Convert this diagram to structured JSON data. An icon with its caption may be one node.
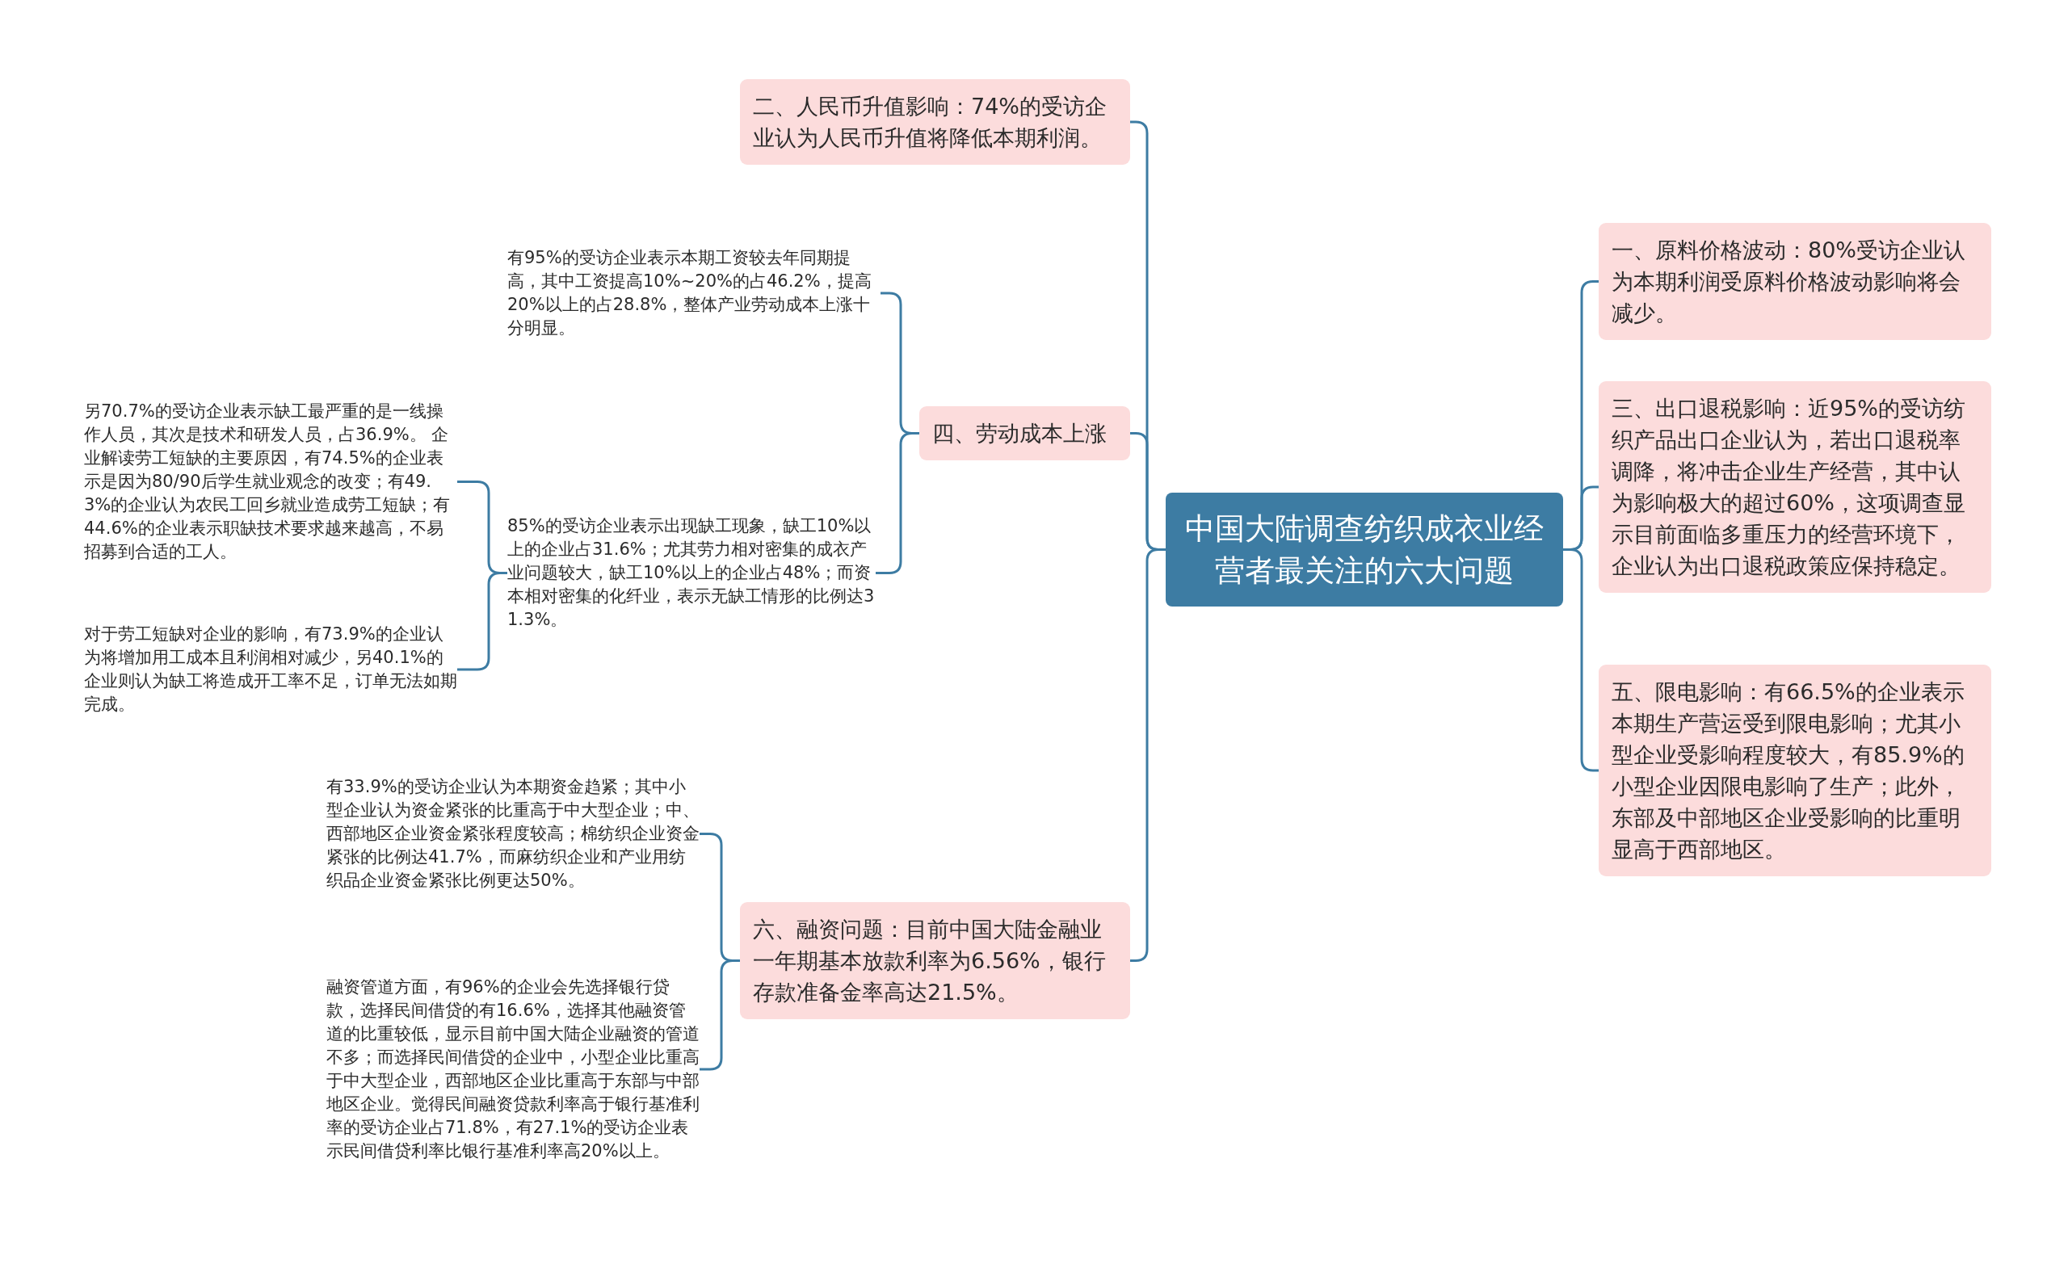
{
  "diagram": {
    "nodes": [
      {
        "text": [
          "中国大陆调查纺织成衣业经营者最关注的六大问题"
        ]
      },
      {
        "text": [
          "一、原料价格波动：80%受访企业认为本期利润受原料价格波动影响将会减少。"
        ]
      },
      {
        "text": [
          "三、出口退税影响：近95%的受访纺织产品出口企业认为，若出口退税率调降，将冲击企业生产经营，其中认为影响极大的超过60%，这项调查显示目前面临多重压力的经营环境下，企业认为出口退税政策应保持稳定。"
        ]
      },
      {
        "text": [
          "五、限电影响：有66.5%的企业表示本期生产营运受到限电影响；尤其小型企业受影响程度较大，有85.9%的小型企业因限电影响了生产；此外，东部及中部地区企业受影响的比重明显高于西部地区。"
        ]
      },
      {
        "text": [
          "二、人民币升值影响：74%的受访企业认为人民币升值将降低本期利润。"
        ]
      },
      {
        "text": [
          "四、劳动成本上涨"
        ]
      },
      {
        "text": [
          "有95%的受访企业表示本期工资较去年同期提高，其中工资提高10%~20%的占46.2%，提高20%以上的占28.8%，整体产业劳动成本上涨十分明显。"
        ]
      },
      {
        "text": [
          "85%的受访企业表示出现缺工现象，缺工10%以上的企业占31.6%；尤其劳力相对密集的成衣产业问题较大，缺工10%以上的企业占48%；而资本相对密集的化纤业，表示无缺工情形的比例达31.3%。"
        ]
      },
      {
        "text": [
          "另70.7%的受访企业表示缺工最严重的是一线操作人员，其次是技术和研发人员，占36.9%。 企业解读劳工短缺的主要原因，有74.5%的企业表示是因为80/90后学生就业观念的改变；有49.3%的企业认为农民工回乡就业造成劳工短缺；有44.6%的企业表示职缺技术要求越来越高，不易招募到合适的工人。"
        ]
      },
      {
        "text": [
          "对于劳工短缺对企业的影响，有73.9%的企业认为将增加用工成本且利润相对减少，另40.1%的企业则认为缺工将造成开工率不足，订单无法如期完成。"
        ]
      },
      {
        "text": [
          "六、融资问题：目前中国大陆金融业一年期基本放款利率为6.56%，银行存款准备金率高达21.5%。"
        ]
      },
      {
        "text": [
          "有33.9%的受访企业认为本期资金趋紧；其中小型企业认为资金紧张的比重高于中大型企业；中、西部地区企业资金紧张程度较高；棉纺织企业资金紧张的比例达41.7%，而麻纺织企业和产业用纺织品企业资金紧张比例更达50%。"
        ]
      },
      {
        "text": [
          "融资管道方面，有96%的企业会先选择银行贷款，选择民间借贷的有16.6%，选择其他融资管道的比重较低，显示目前中国大陆企业融资的管道不多；而选择民间借贷的企业中，小型企业比重高于中大型企业，西部地区企业比重高于东部与中部地区企业。觉得民间融资贷款利率高于银行基准利率的受访企业占71.8%，有27.1%的受访企业表示民间借贷利率比银行基准利率高20%以上。"
        ]
      }
    ],
    "edges": [
      {
        "from": 0,
        "to": 1,
        "arrow": "none"
      },
      {
        "from": 0,
        "to": 2,
        "arrow": "none"
      },
      {
        "from": 0,
        "to": 3,
        "arrow": "none"
      },
      {
        "from": 0,
        "to": 4,
        "arrow": "none"
      },
      {
        "from": 0,
        "to": 5,
        "arrow": "none"
      },
      {
        "from": 5,
        "to": 6,
        "arrow": "none"
      },
      {
        "from": 5,
        "to": 7,
        "arrow": "none"
      },
      {
        "from": 7,
        "to": 8,
        "arrow": "none"
      },
      {
        "from": 7,
        "to": 9,
        "arrow": "none"
      },
      {
        "from": 0,
        "to": 10,
        "arrow": "none"
      },
      {
        "from": 10,
        "to": 11,
        "arrow": "none"
      },
      {
        "from": 10,
        "to": 12,
        "arrow": "none"
      }
    ]
  }
}
